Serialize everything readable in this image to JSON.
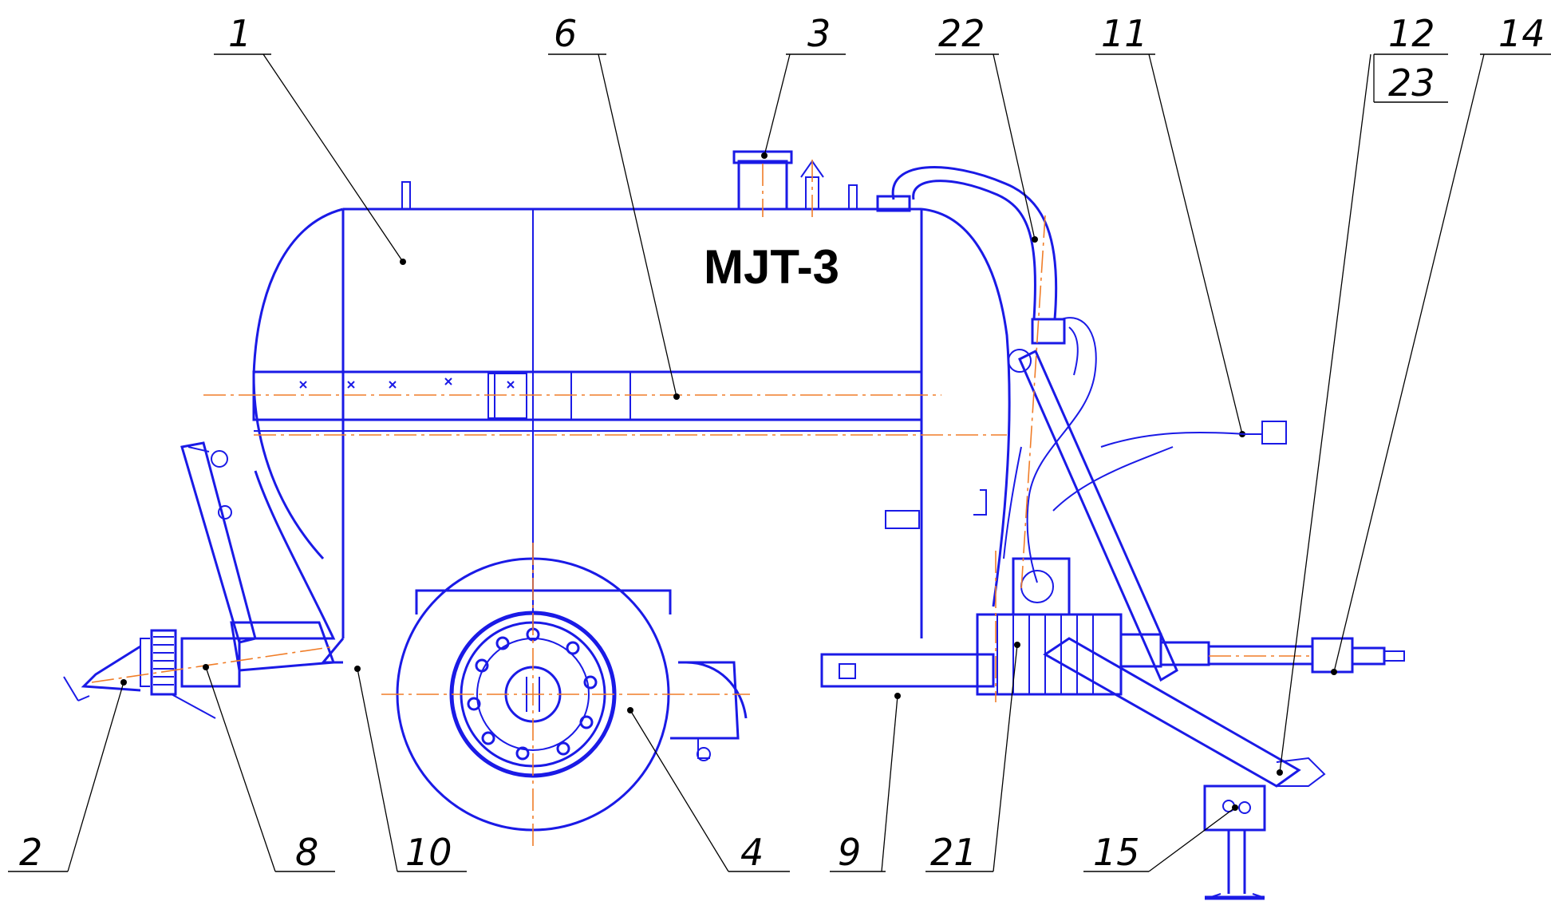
{
  "model_label": "MJT-3",
  "colors": {
    "outline": "#1a1ae6",
    "centerline": "#f07d28",
    "callout": "#000000"
  },
  "callouts": [
    "1",
    "6",
    "3",
    "22",
    "11",
    "12",
    "23",
    "14",
    "2",
    "8",
    "10",
    "4",
    "9",
    "21",
    "15"
  ]
}
